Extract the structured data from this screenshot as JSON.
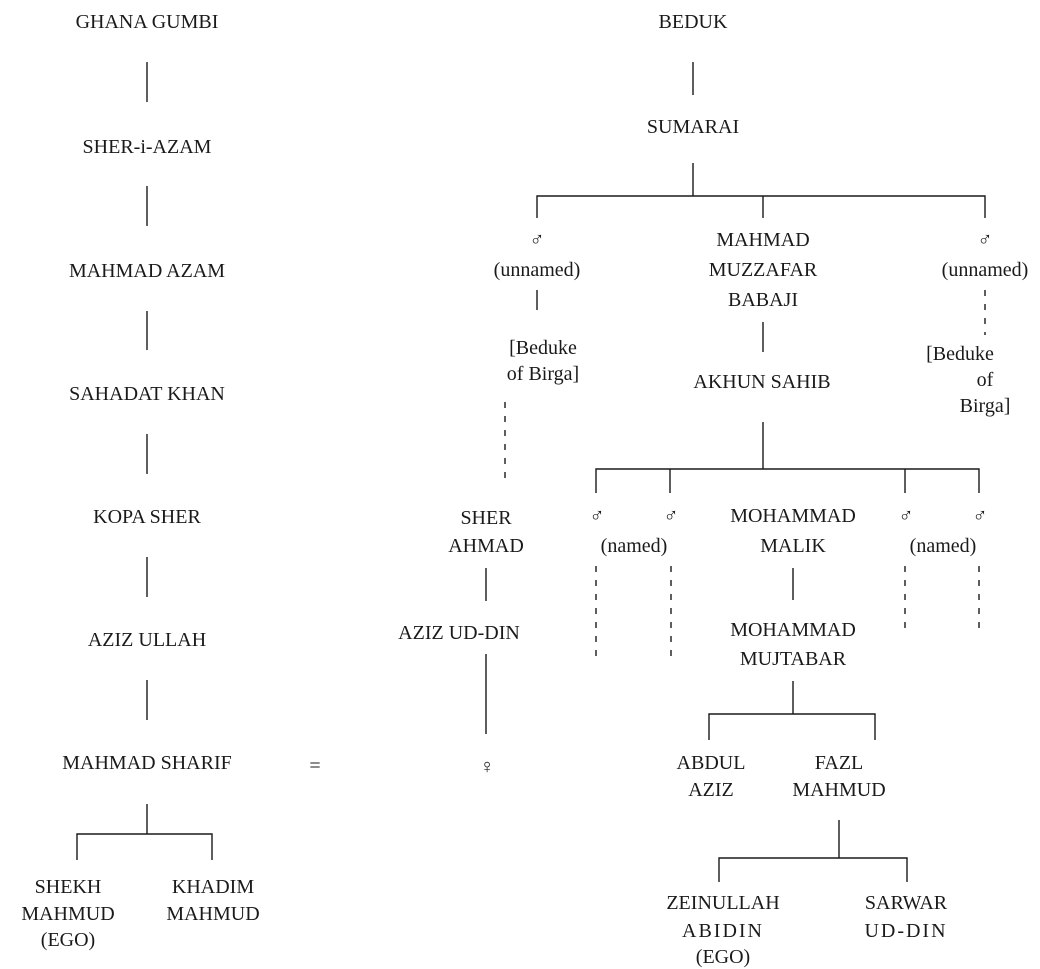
{
  "left_lineage": {
    "ghana_gumbi": "GHANA GUMBI",
    "sher_i_azam": "SHER-i-AZAM",
    "mahmad_azam": "MAHMAD AZAM",
    "sahadat_khan": "SAHADAT KHAN",
    "kopa_sher": "KOPA SHER",
    "aziz_ullah": "AZIZ ULLAH",
    "mahmad_sharif": "MAHMAD SHARIF",
    "shekh_mahmud": [
      "SHEKH",
      "MAHMUD",
      "(EGO)"
    ],
    "khadim_mahmud": [
      "KHADIM",
      "MAHMUD"
    ]
  },
  "marriage_sign": "=",
  "right_lineage": {
    "beduk": "BEDUK",
    "sumarai": "SUMARAI",
    "left_son": {
      "symbol": "♂",
      "note": "(unnamed)",
      "line2": "[Beduke",
      "line3": "of Birga]"
    },
    "mahmad_muzzafar": [
      "MAHMAD",
      "MUZZAFAR",
      "BABAJI"
    ],
    "right_son": {
      "symbol": "♂",
      "note": "(unnamed)",
      "line2": "[Beduke",
      "line3": "of",
      "line4": "Birga]"
    },
    "sher_ahmad": [
      "SHER",
      "AHMAD"
    ],
    "aziz_ud_din": {
      "pre": "AZIZ ",
      "sc": "UD",
      "post": "-DIN"
    },
    "female": "♀",
    "akhun_sahib": "AKHUN SAHIB",
    "sons_left": {
      "symbol_a": "♂",
      "symbol_b": "♂",
      "note": "(named)"
    },
    "mohammad_malik": [
      "MOHAMMAD",
      "MALIK"
    ],
    "sons_right": {
      "symbol_a": "♂",
      "symbol_b": "♂",
      "note": "(named)"
    },
    "mohammad_mujtabar": [
      "MOHAMMAD",
      "MUJTABAR"
    ],
    "abdul_aziz": [
      "ABDUL",
      "AZIZ"
    ],
    "fazl_mahmud": [
      "FAZL",
      "MAHMUD"
    ],
    "zeinullah_abidin": [
      "ZEINULLAH",
      "ABIDIN",
      "(EGO)"
    ],
    "sarwar_ud_din": {
      "line1": "SARWAR",
      "sc": "UD",
      "post": "-DIN"
    }
  }
}
